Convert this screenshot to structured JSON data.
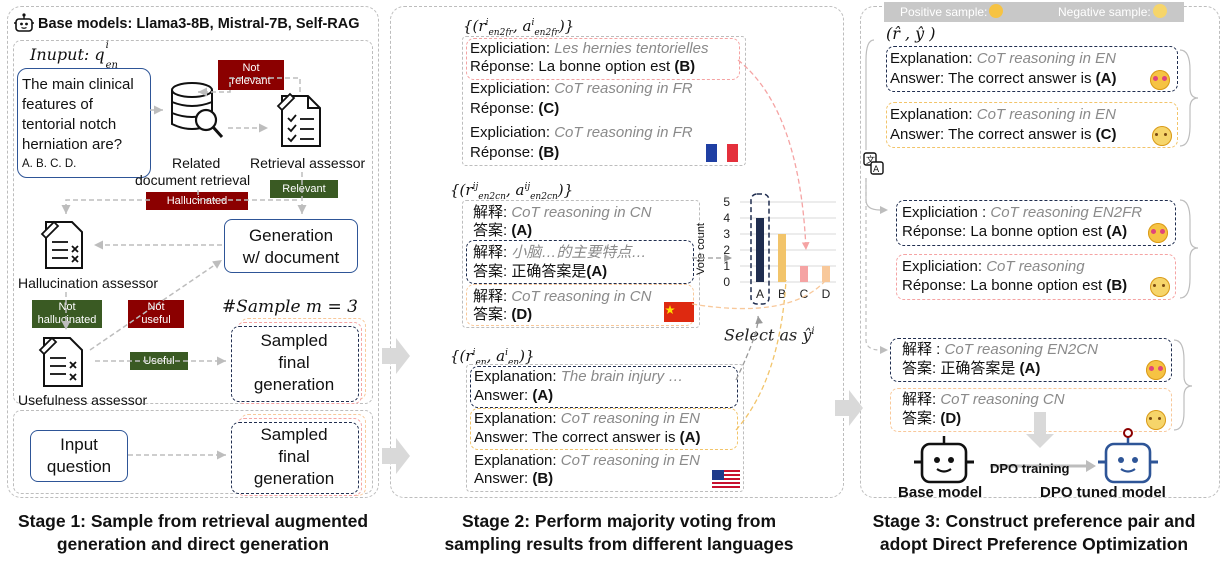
{
  "stage1": {
    "base_models": "Base models: Llama3-8B, Mistral-7B, Self-RAG",
    "input_label": "Inuput: q",
    "input_sup": "i",
    "input_sub": "en",
    "question_lines": [
      "The main clinical",
      "features of",
      "tentorial notch",
      "herniation are?"
    ],
    "options": "A. B. C. D.",
    "related_retrieval": [
      "Related",
      "document retrieval"
    ],
    "retrieval_assessor": "Retrieval assessor",
    "not_relevant": [
      "Not",
      "relevant"
    ],
    "relevant": "Relevant",
    "hallucinated": "Hallucinated",
    "generation_doc": [
      "Generation",
      "w/ document"
    ],
    "hallucination_assessor": "Hallucination assessor",
    "not_hallucinated": [
      "Not",
      "hallucinated"
    ],
    "not_useful": [
      "Not",
      "useful"
    ],
    "sample_m": "#Sample m = 3",
    "useful": "Useful",
    "sampled_final_generation": [
      "Sampled",
      "final",
      "generation"
    ],
    "usefulness_assessor": "Usefulness assessor",
    "input_question": [
      "Input",
      "question"
    ],
    "caption": [
      "Stage 1: Sample from retrieval augmented",
      "generation and direct generation"
    ]
  },
  "stage2": {
    "fr_set": "{(r_en2fr, a_en2fr)}",
    "fr_rows": [
      {
        "k": "Expliciation: ",
        "v": "Les hernies tentorielles",
        "ital": true
      },
      {
        "k": "Réponse: La bonne option est ",
        "v": "(B)",
        "ital": false
      },
      {
        "k": "Expliciation: ",
        "v": "CoT reasoning in FR",
        "ital": true
      },
      {
        "k": "Réponse: ",
        "v": "(C)",
        "ital": false
      },
      {
        "k": "Expliciation: ",
        "v": "CoT reasoning in FR",
        "ital": true
      },
      {
        "k": "Réponse: ",
        "v": "(B)",
        "ital": false
      }
    ],
    "cn_set": "{(r_en2cn, a_en2cn)}",
    "cn_rows": [
      {
        "k": "解释: ",
        "v": "CoT reasoning in CN",
        "ital": true
      },
      {
        "k": "答案: ",
        "v": "(A)",
        "ital": false
      },
      {
        "k": "解释: ",
        "v": "小脑…的主要特点…",
        "ital": true
      },
      {
        "k": "答案: 正确答案是",
        "v": "(A)",
        "ital": false
      },
      {
        "k": "解释: ",
        "v": "CoT reasoning in CN",
        "ital": true
      },
      {
        "k": "答案: ",
        "v": "(D)",
        "ital": false
      }
    ],
    "en_set": "{(r_en, a_en)}",
    "en_rows": [
      {
        "k": "Explanation: ",
        "v": "The brain injury …",
        "ital": true
      },
      {
        "k": "Answer: ",
        "v": "(A)",
        "ital": false
      },
      {
        "k": "Explanation: ",
        "v": "CoT reasoning in EN",
        "ital": true
      },
      {
        "k": "Answer: The correct answer is ",
        "v": "(A)",
        "ital": false
      },
      {
        "k": "Explanation: ",
        "v": "CoT reasoning in EN",
        "ital": true
      },
      {
        "k": "Answer: ",
        "v": "(B)",
        "ital": false
      }
    ],
    "select_as": "Select as ŷ",
    "select_sup": "i",
    "caption": [
      "Stage 2: Perform majority voting from",
      "sampling results from different languages"
    ]
  },
  "chart_data": {
    "type": "bar",
    "categories": [
      "A",
      "B",
      "C",
      "D"
    ],
    "values": [
      4,
      3,
      1,
      1
    ],
    "colors": [
      "#1f2d4f",
      "#f2c46a",
      "#f5a3a3",
      "#f8c89a"
    ],
    "ylabel": "Vote count",
    "yticks": [
      0,
      1,
      2,
      3,
      4,
      5
    ],
    "ylim": [
      0,
      5
    ],
    "grid": true
  },
  "stage3": {
    "positive_label": "Positive sample:",
    "negative_label": "Negative sample:",
    "pair_label": "(r̂ , ŷ )",
    "en_pos": {
      "l1k": "Explanation: ",
      "l1v": "CoT reasoning in EN",
      "l2k": "Answer: The correct answer is ",
      "l2v": "(A)"
    },
    "en_neg": {
      "l1k": "Explanation: ",
      "l1v": "CoT reasoning in EN",
      "l2k": "Answer: The correct answer is ",
      "l2v": "(C)"
    },
    "fr_pos": {
      "l1k": "Expliciation : ",
      "l1v": "CoT reasoning EN2FR",
      "l2k": "Réponse: La bonne option est ",
      "l2v": "(A)"
    },
    "fr_neg": {
      "l1k": "Expliciation: ",
      "l1v": "CoT reasoning",
      "l2k": "Réponse: La bonne option est ",
      "l2v": "(B)"
    },
    "cn_pos": {
      "l1k": "解释 : ",
      "l1v": "CoT reasoning EN2CN",
      "l2k": "答案: 正确答案是 ",
      "l2v": "(A)"
    },
    "cn_neg": {
      "l1k": "解释: ",
      "l1v": "CoT reasoning CN",
      "l2k": "答案: ",
      "l2v": "(D)"
    },
    "dpo_training": "DPO training",
    "base_model": "Base model",
    "dpo_tuned_model": "DPO tuned model",
    "caption": [
      "Stage 3: Construct preference pair and",
      "adopt Direct Preference Optimization"
    ]
  },
  "colors": {
    "navy": "#1f2d4f",
    "gold": "#f2c46a",
    "pink": "#f5a3a3",
    "peach": "#f8c89a",
    "darkred": "#8b0000",
    "darkgreen": "#3a5a23",
    "blue": "#2e5597"
  }
}
